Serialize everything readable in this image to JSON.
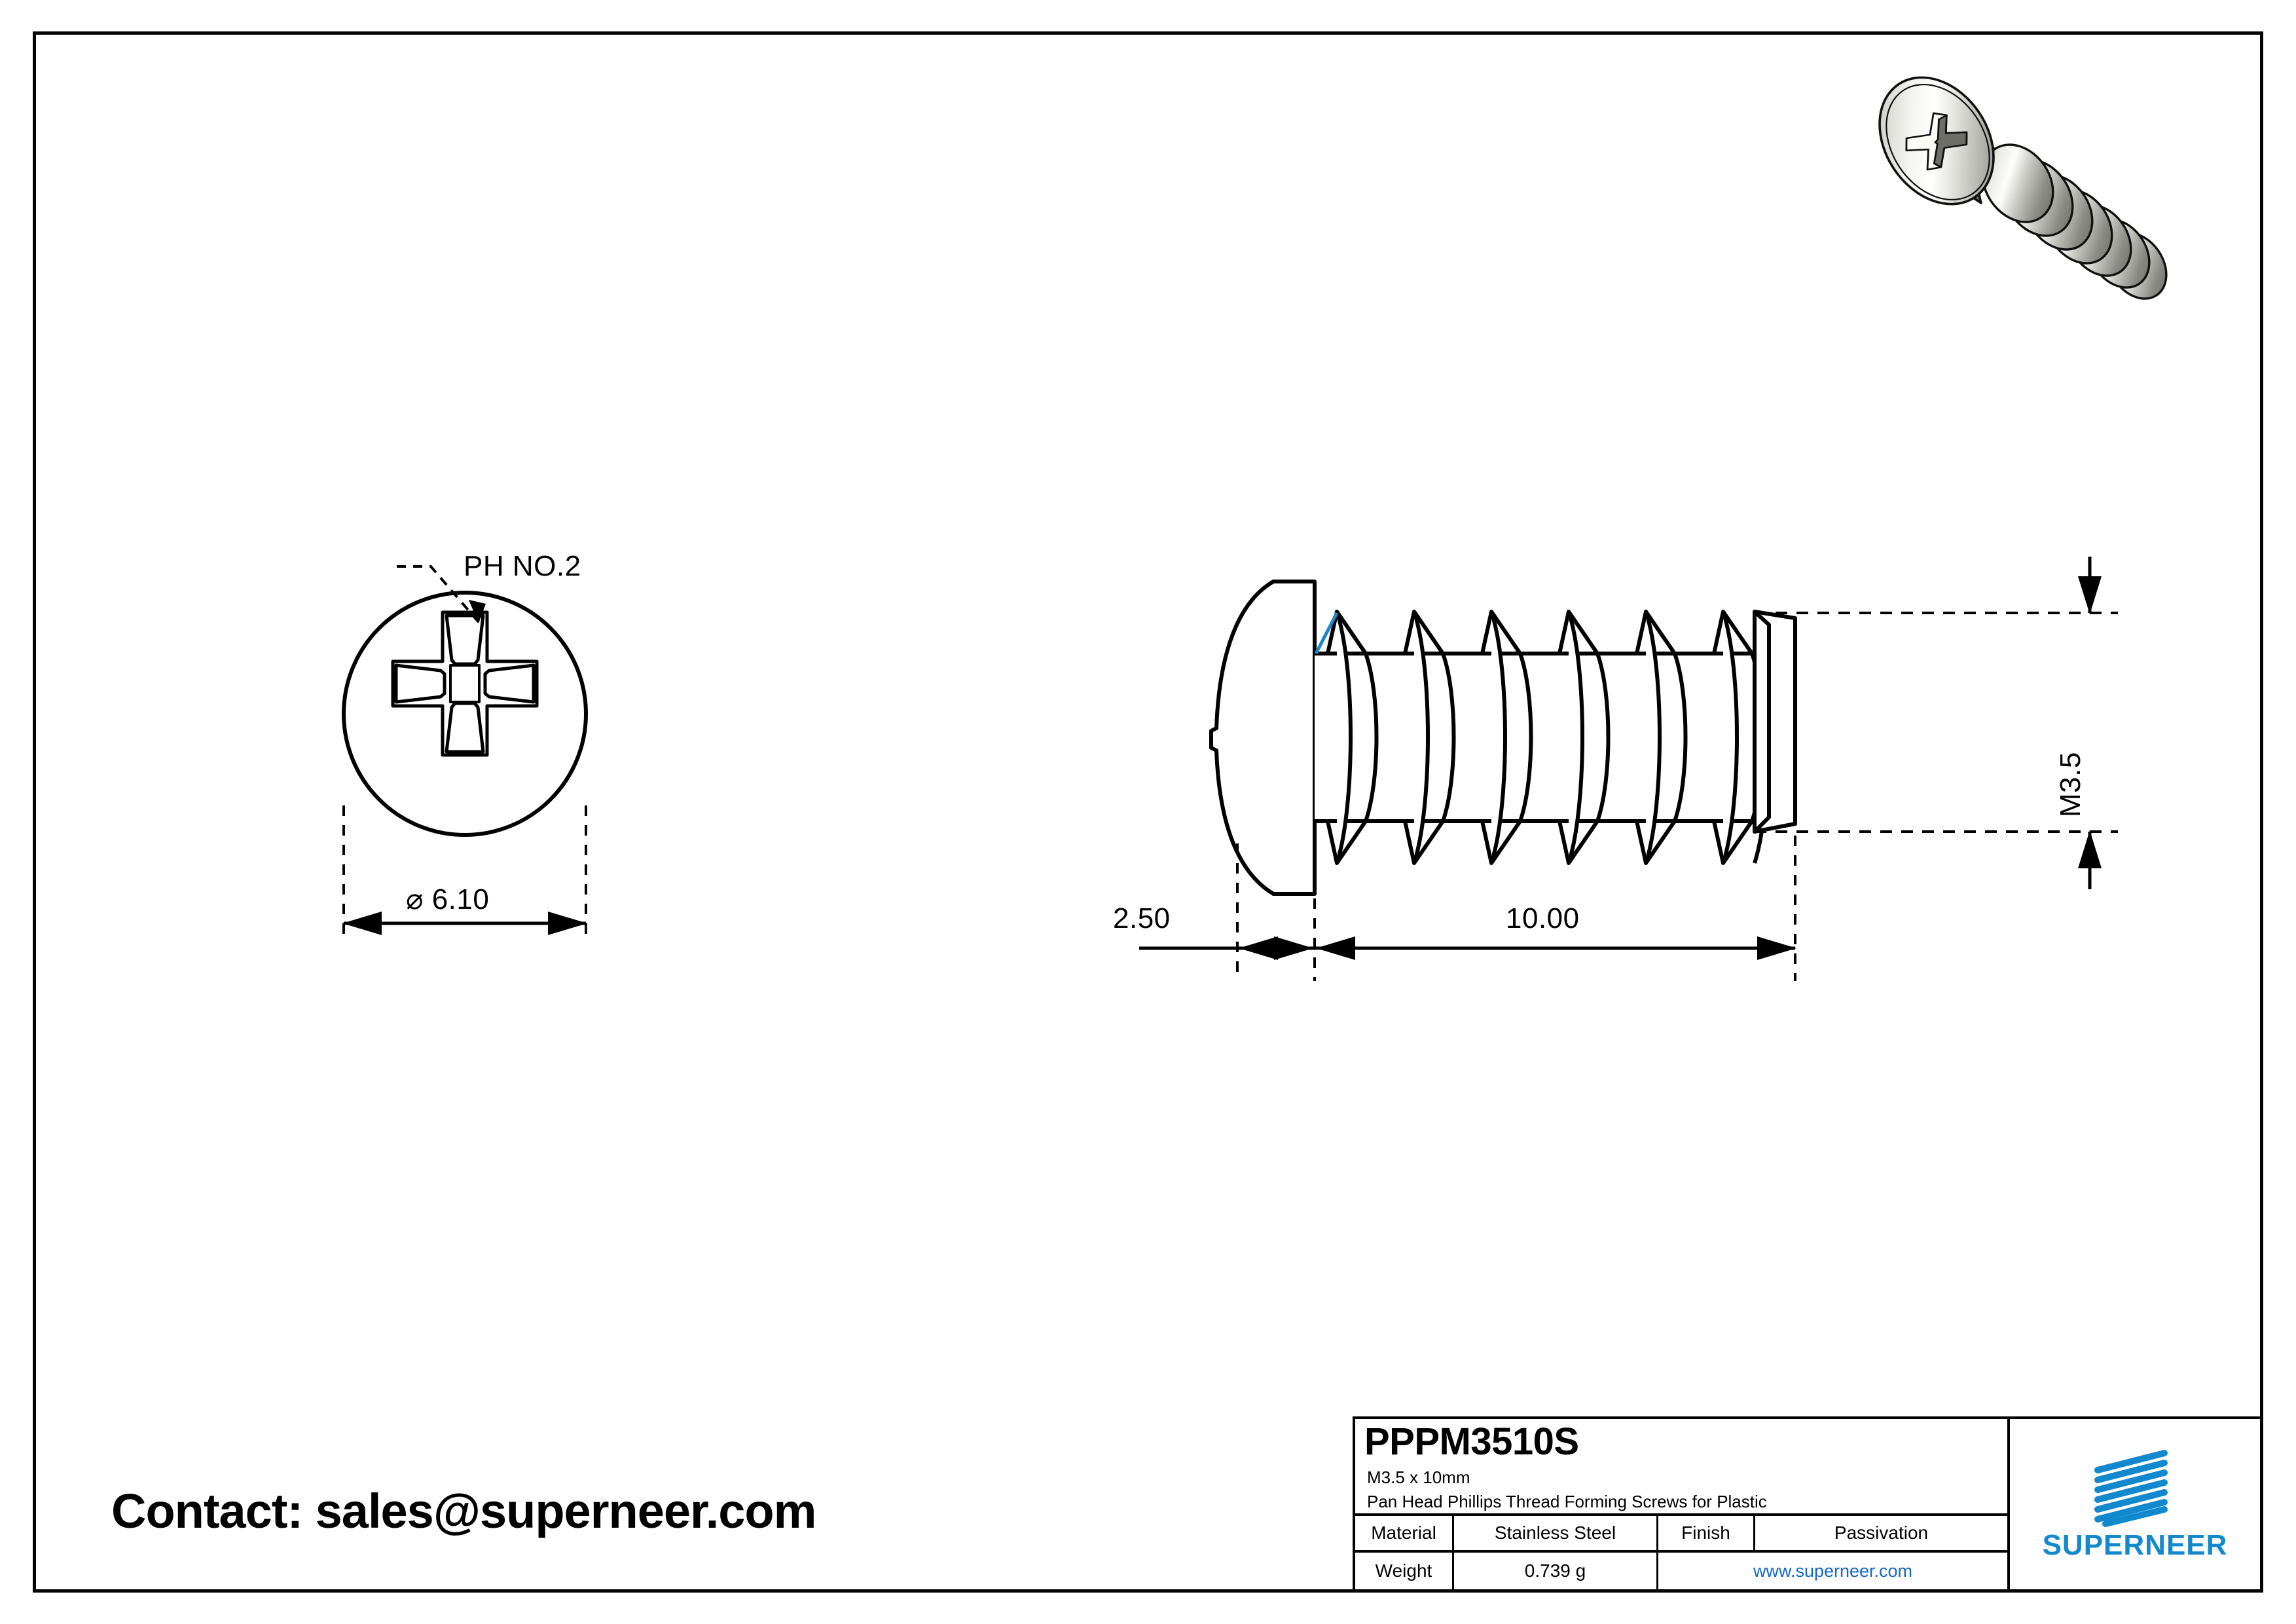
{
  "drawing": {
    "callout_label": "PH NO.2",
    "front_view_diameter": "⌀ 6.10",
    "side_view_head_height": "2.50",
    "side_view_length": "10.00",
    "side_view_thread_dia": "M3.5"
  },
  "contact": {
    "text": "Contact: sales@superneer.com"
  },
  "title_block": {
    "part_number": "PPPM3510S",
    "size": "M3.5 x 10mm",
    "description": "Pan Head Phillips Thread Forming Screws for Plastic",
    "material_label": "Material",
    "material_value": "Stainless Steel",
    "finish_label": "Finish",
    "finish_value": "Passivation",
    "weight_label": "Weight",
    "weight_value": "0.739 g",
    "url": "www.superneer.com",
    "brand": "SUPERNEER"
  },
  "colors": {
    "brand_blue": "#1289CE",
    "link_blue": "#1468C8",
    "line": "#000000",
    "accent_edge": "#1E86C8"
  }
}
